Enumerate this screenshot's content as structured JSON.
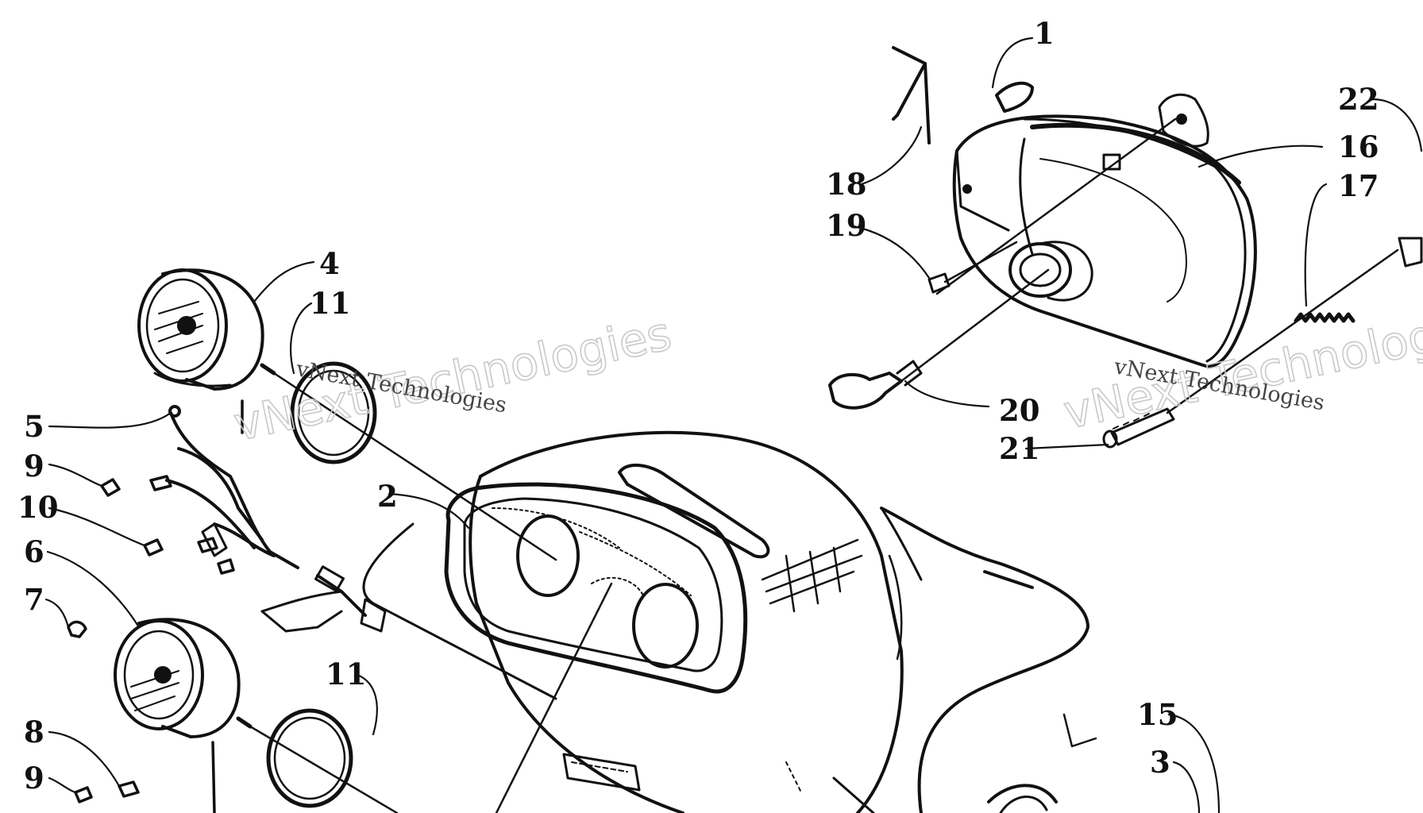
{
  "diagram": {
    "callouts": {
      "c1": "1",
      "c2": "2",
      "c3": "3",
      "c4": "4",
      "c5": "5",
      "c6": "6",
      "c7": "7",
      "c8": "8",
      "c9a": "9",
      "c9b": "9",
      "c10": "10",
      "c11a": "11",
      "c11b": "11",
      "c15": "15",
      "c16": "16",
      "c17": "17",
      "c18": "18",
      "c19": "19",
      "c20": "20",
      "c21": "21",
      "c22": "22"
    },
    "watermark": {
      "big": "vNext Technologies",
      "small": "vNext Technologies"
    },
    "colors": {
      "ink": "#111111",
      "watermark": "#c9c9c9",
      "background": "#ffffff"
    }
  }
}
